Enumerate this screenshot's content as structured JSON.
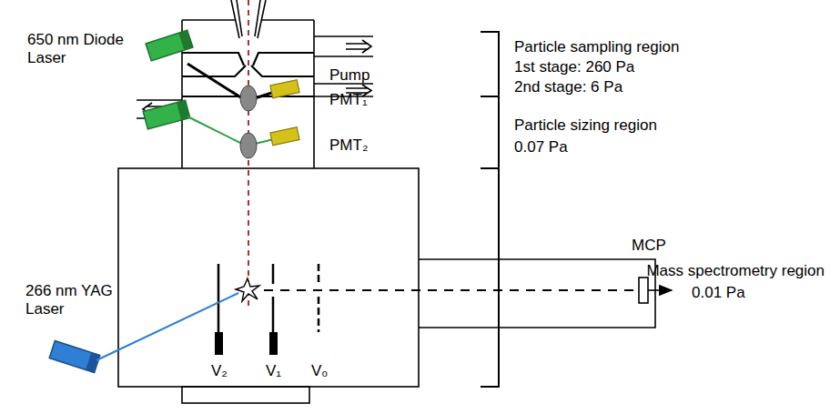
{
  "diagram": {
    "labels": [
      "650 nm Diode Laser",
      "Pump",
      "Particle sampling region",
      "1st stage: 260 Pa",
      "2nd stage: 6 Pa",
      "PMT₁",
      "Particle sizing region",
      "0.07 Pa",
      "PMT₂",
      "MCP",
      "266 nm YAG Laser",
      "Mass spectrometry region",
      "0.01 Pa",
      "V₂",
      "V₁",
      "V₀"
    ]
  }
}
